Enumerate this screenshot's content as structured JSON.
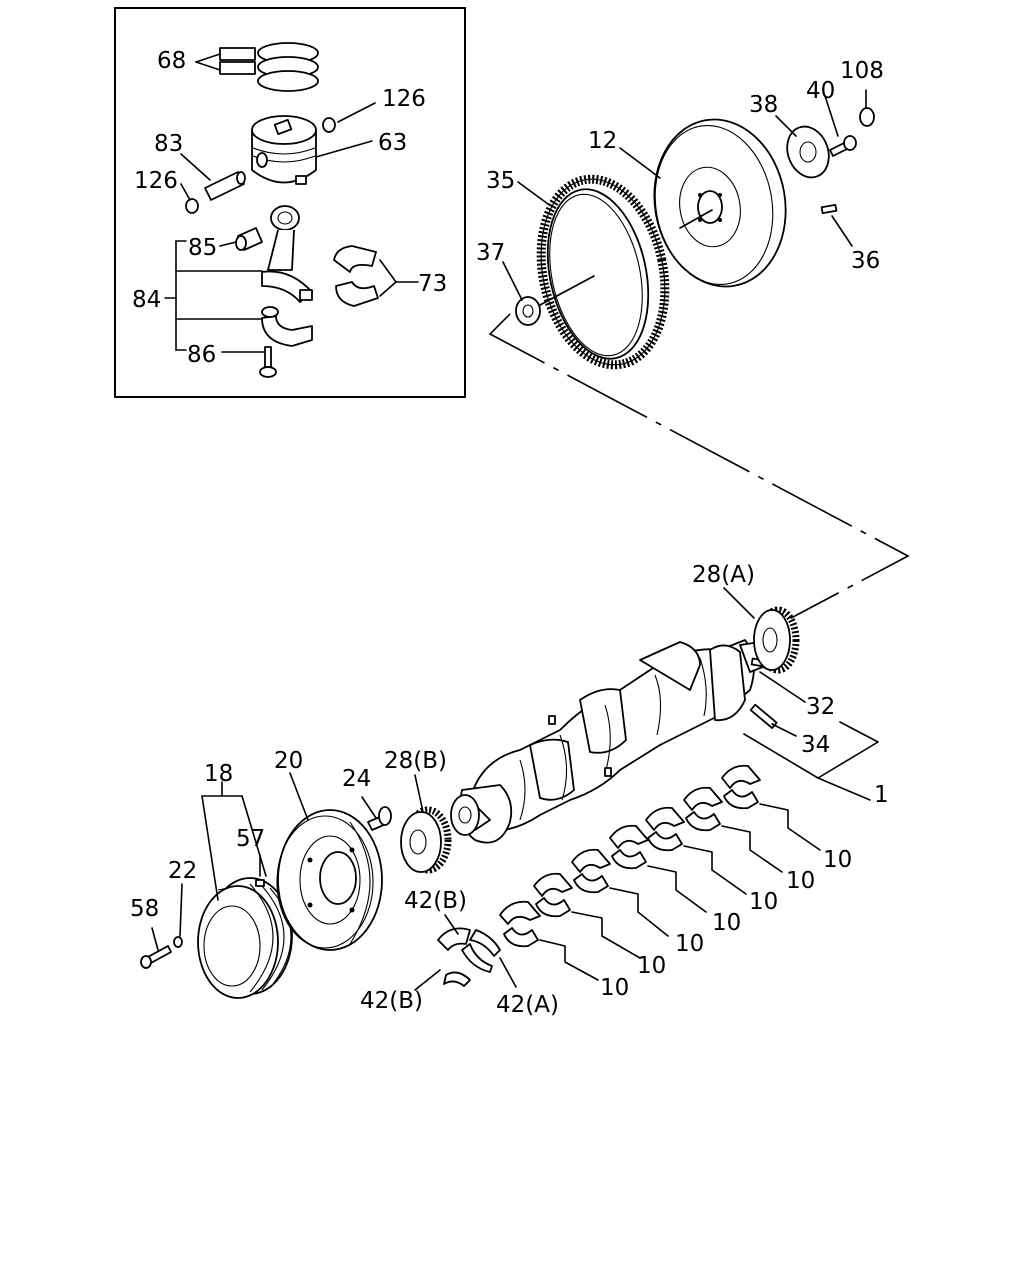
{
  "callouts": {
    "c68": "68",
    "c126a": "126",
    "c63": "63",
    "c83": "83",
    "c126b": "126",
    "c85": "85",
    "c84": "84",
    "c73": "73",
    "c86": "86",
    "c12": "12",
    "c38": "38",
    "c40": "40",
    "c108": "108",
    "c35": "35",
    "c37": "37",
    "c36": "36",
    "c28a": "28(A)",
    "c32": "32",
    "c34": "34",
    "c1": "1",
    "c18": "18",
    "c20": "20",
    "c24": "24",
    "c28b": "28(B)",
    "c57": "57",
    "c22": "22",
    "c58": "58",
    "c42b1": "42(B)",
    "c42b2": "42(B)",
    "c42a": "42(A)",
    "c10_1": "10",
    "c10_2": "10",
    "c10_3": "10",
    "c10_4": "10",
    "c10_5": "10",
    "c10_6": "10",
    "c10_7": "10"
  }
}
